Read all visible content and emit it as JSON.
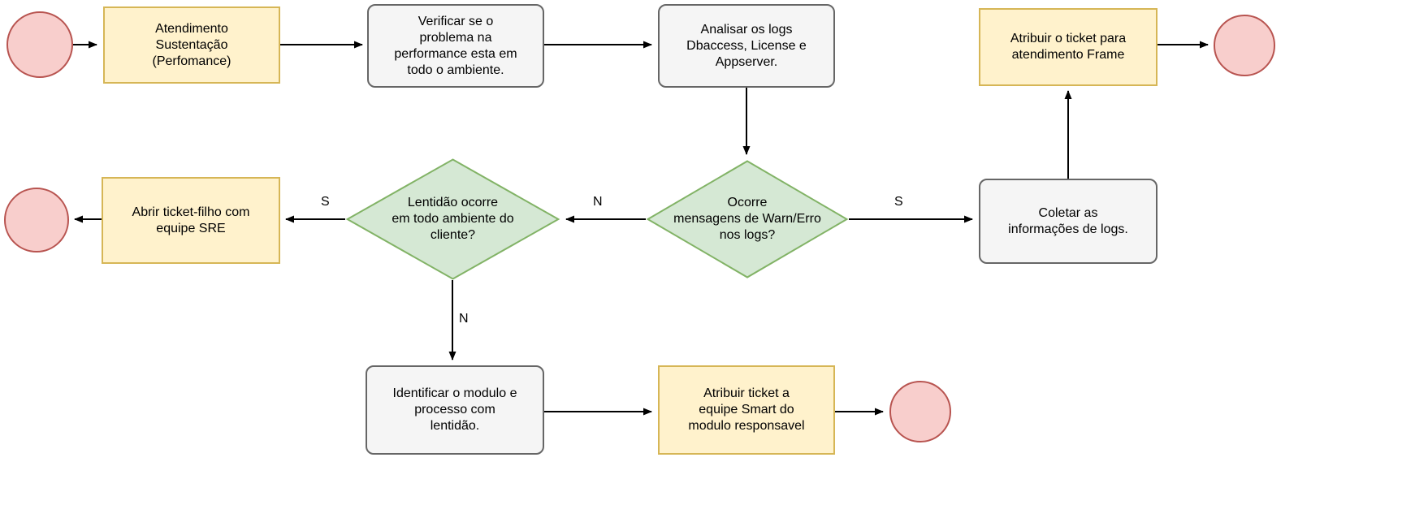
{
  "diagram": {
    "nodes": {
      "atendimento": "Atendimento\nSustentação\n(Perfomance)",
      "verificar": "Verificar se o\nproblema na\nperformance esta em\ntodo o ambiente.",
      "analisar": "Analisar os logs\nDbaccess, License e\nAppserver.",
      "atribuir_frame": "Atribuir o ticket para\natendimento Frame",
      "abrir_sre": "Abrir ticket-filho com\nequipe SRE",
      "lentidao": "Lentidão ocorre\nem todo ambiente do\ncliente?",
      "ocorre": "Ocorre\nmensagens de Warn/Erro\nnos logs?",
      "coletar": "Coletar as\ninformações de logs.",
      "identificar": "Identificar o modulo e\nprocesso com\nlentidão.",
      "atribuir_smart": "Atribuir ticket a\nequipe Smart do\nmodulo responsavel"
    },
    "edge_labels": {
      "lentidao_yes": "S",
      "lentidao_no": "N",
      "ocorre_no": "N",
      "ocorre_yes": "S"
    },
    "colors": {
      "task_fill": "#fff2cc",
      "task_border": "#d6b656",
      "process_fill": "#f5f5f5",
      "process_border": "#666666",
      "decision_fill": "#d5e8d4",
      "decision_border": "#82b366",
      "terminal_fill": "#f8cecc",
      "terminal_border": "#b85450",
      "edge": "#000000"
    }
  }
}
